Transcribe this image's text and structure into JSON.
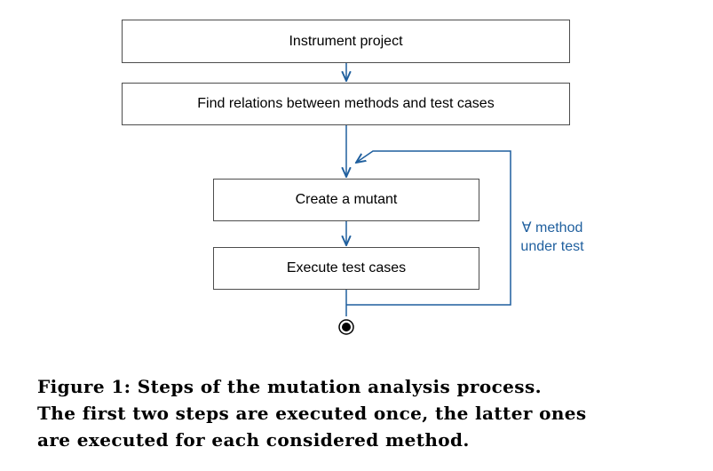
{
  "diagram": {
    "steps": [
      "Instrument project",
      "Find relations between methods and test cases",
      "Create a mutant",
      "Execute test cases"
    ],
    "loop_label": [
      "∀ method",
      "under test"
    ],
    "colors": {
      "arrow": "#1f5f9e",
      "box_border": "#4d4d4d",
      "text": "#000000"
    }
  },
  "caption": {
    "lines": [
      "Figure 1:  Steps of the mutation analysis process.",
      "The first two steps are executed once, the latter ones",
      "are executed for each considered method."
    ]
  }
}
